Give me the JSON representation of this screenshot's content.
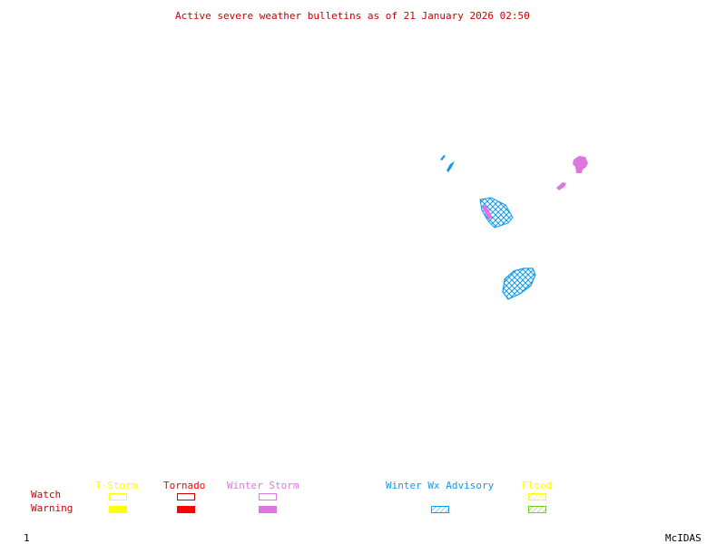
{
  "title": "Active severe weather bulletins as of 21 January 2026 02:50",
  "frame_number": "1",
  "brand": "McIDAS",
  "legend": {
    "row_labels": {
      "watch": "Watch",
      "warning": "Warning"
    },
    "row_label_color": "#cc0000",
    "categories": [
      {
        "name": "T-Storm",
        "color": "#ffff00",
        "watch": "outline",
        "warning": "filled",
        "watch_color": "#ffff00",
        "warning_color": "#ffff00"
      },
      {
        "name": "Tornado",
        "color": "#ff0000",
        "watch": "outline",
        "warning": "filled",
        "watch_color": "#cc0000",
        "warning_color": "#ff0000"
      },
      {
        "name": "Winter Storm",
        "color": "#dd77dd",
        "watch": "outline",
        "warning": "filled",
        "watch_color": "#dd77dd",
        "warning_color": "#dd77dd"
      },
      {
        "name": "Winter Wx Advisory",
        "color": "#1199ee",
        "watch": null,
        "warning": "hatched",
        "warning_color": "#1199ee"
      },
      {
        "name": "Flood",
        "color": "#ffff00",
        "watch": "hatched",
        "warning": "hatched",
        "watch_color": "#ffff00",
        "warning_color": "#77cc22"
      }
    ]
  },
  "map_features": [
    {
      "type": "Winter Wx Advisory",
      "style": "hatched",
      "color": "#1199ee",
      "region": "north-central small streaks"
    },
    {
      "type": "Winter Wx Advisory",
      "style": "hatched",
      "color": "#1199ee",
      "region": "central grid area"
    },
    {
      "type": "Winter Wx Advisory",
      "style": "hatched",
      "color": "#1199ee",
      "region": "southern cluster"
    },
    {
      "type": "Winter Storm",
      "style": "filled",
      "color": "#dd77dd",
      "region": "northeast blob"
    },
    {
      "type": "Winter Storm",
      "style": "filled",
      "color": "#dd77dd",
      "region": "northeast small streak"
    },
    {
      "type": "Winter Storm",
      "style": "filled",
      "color": "#dd77dd",
      "region": "within central grid"
    }
  ]
}
